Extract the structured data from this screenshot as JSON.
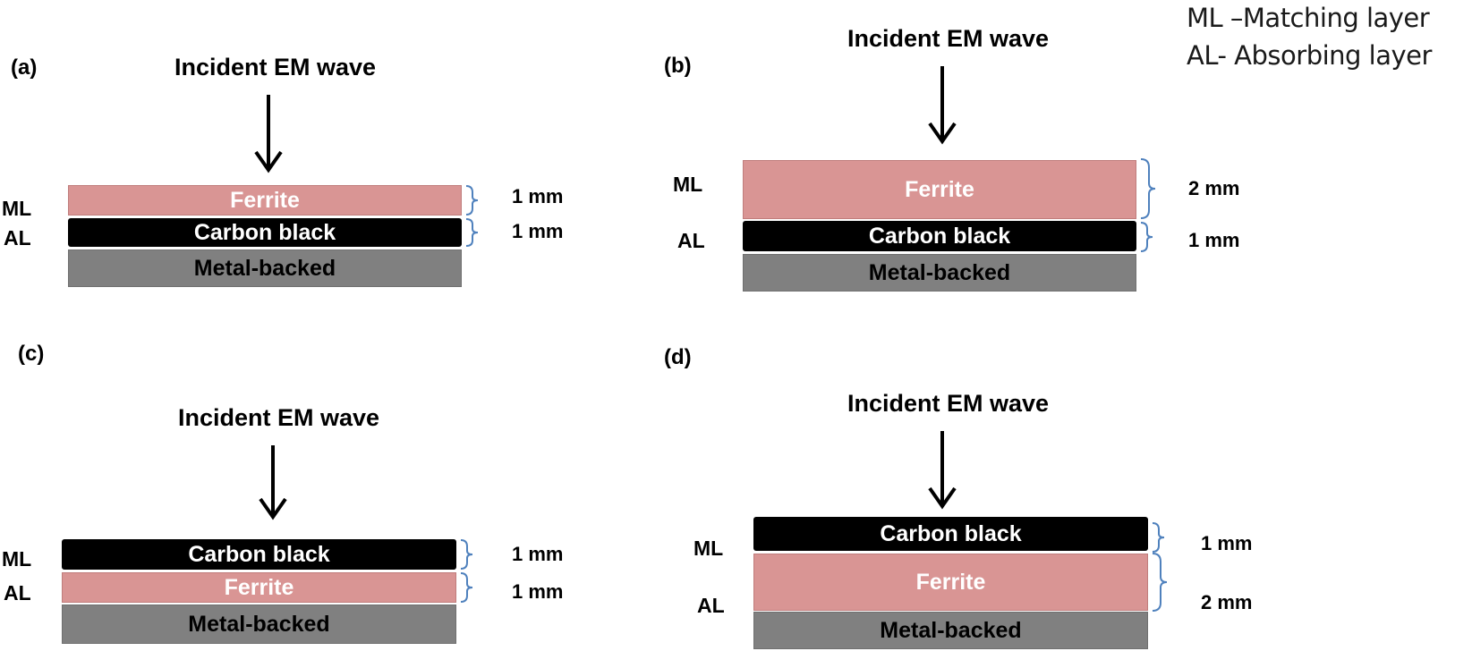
{
  "legend": {
    "ml_line": "ML –Matching layer",
    "al_line": "AL- Absorbing layer"
  },
  "colors": {
    "ferrite": "#d99594",
    "carbon_black": "#000000",
    "metal_backed": "#808080",
    "brace": "#4f81bd"
  },
  "panels": {
    "a": {
      "label": "(a)",
      "title": "Incident EM wave",
      "ml": "ML",
      "al": "AL",
      "top_layer": "Ferrite",
      "bottom_layer": "Carbon black",
      "base": "Metal-backed",
      "top_thickness": "1 mm",
      "bottom_thickness": "1 mm"
    },
    "b": {
      "label": "(b)",
      "title": "Incident EM wave",
      "ml": "ML",
      "al": "AL",
      "top_layer": "Ferrite",
      "bottom_layer": "Carbon black",
      "base": "Metal-backed",
      "top_thickness": "2 mm",
      "bottom_thickness": "1 mm"
    },
    "c": {
      "label": "(c)",
      "title": "Incident EM wave",
      "ml": "ML",
      "al": "AL",
      "top_layer": "Carbon black",
      "bottom_layer": "Ferrite",
      "base": "Metal-backed",
      "top_thickness": "1 mm",
      "bottom_thickness": "1 mm"
    },
    "d": {
      "label": "(d)",
      "title": "Incident EM wave",
      "ml": "ML",
      "al": "AL",
      "top_layer": "Carbon black",
      "bottom_layer": "Ferrite",
      "base": "Metal-backed",
      "top_thickness": "1 mm",
      "bottom_thickness": "2 mm"
    }
  }
}
